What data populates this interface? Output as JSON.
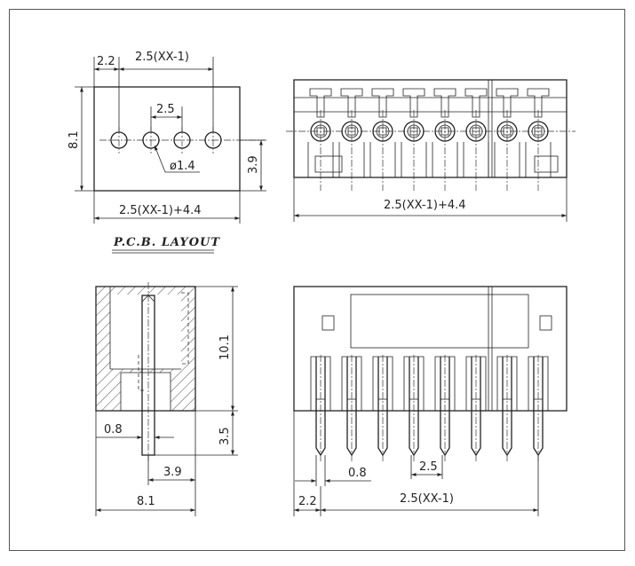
{
  "title": "P.C.B. LAYOUT",
  "pcb_layout": {
    "dim_edge": "2.2",
    "dim_span": "2.5(XX-1)",
    "dim_pitch": "2.5",
    "dim_height": "8.1",
    "dim_hole_offset": "3.9",
    "dim_hole_dia": "ø1.4",
    "dim_width": "2.5(XX-1)+4.4"
  },
  "top_view": {
    "dim_width": "2.5(XX-1)+4.4",
    "pin_count": 8
  },
  "side_view": {
    "dim_body_height": "10.1",
    "dim_pin_length": "3.5",
    "dim_pin_width": "0.8",
    "dim_pin_offset": "3.9",
    "dim_depth": "8.1"
  },
  "front_view": {
    "dim_edge": "2.2",
    "dim_pin_width": "0.8",
    "dim_pitch": "2.5",
    "dim_span": "2.5(XX-1)",
    "pin_count": 8
  },
  "colors": {
    "line": "#222222",
    "background": "#ffffff"
  }
}
